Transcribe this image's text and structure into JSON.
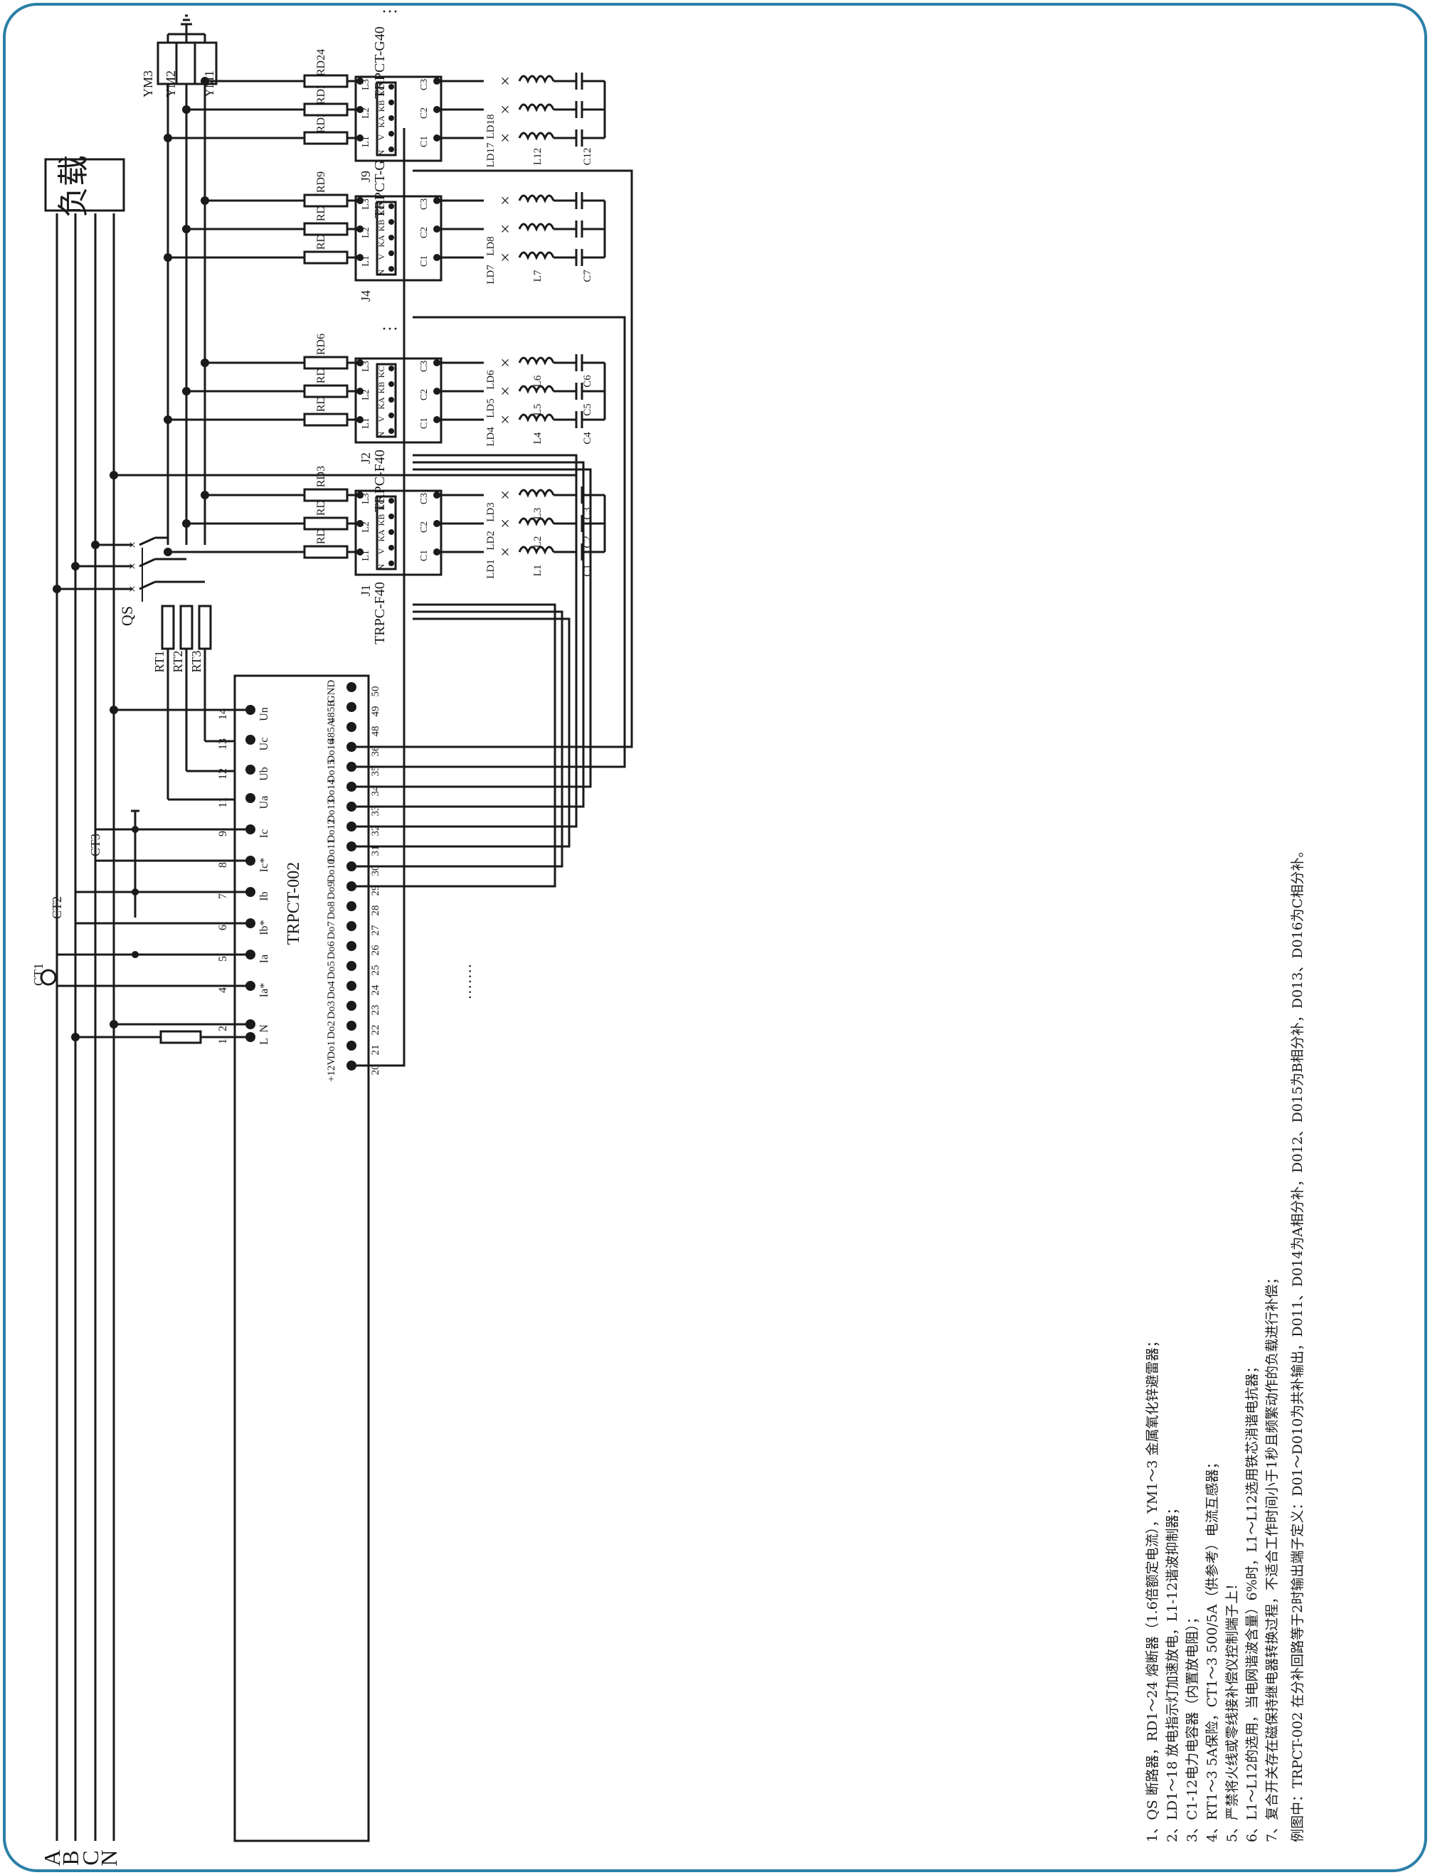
{
  "labels": {
    "load": "负载",
    "qs": "QS",
    "buses": [
      "A",
      "B",
      "C",
      "N"
    ],
    "ct": [
      "CT1",
      "CT2",
      "CT3"
    ],
    "rt": [
      "RT1",
      "RT2",
      "RT3"
    ],
    "ym": [
      "YM3",
      "YM2",
      "YM1"
    ],
    "controller": "TRPCT-002",
    "controller_top": [
      "+12V",
      "Do1",
      "Do2",
      "Do3",
      "Do4",
      "Do5",
      "Do6",
      "Do7",
      "Do8",
      "Do9",
      "Do10",
      "Do11",
      "Do12",
      "Do13",
      "Do14",
      "Do15",
      "Do16",
      "485A",
      "485B",
      "GND"
    ],
    "controller_top_nums": [
      "20",
      "21",
      "22",
      "23",
      "24",
      "25",
      "26",
      "27",
      "28",
      "29",
      "30",
      "31",
      "32",
      "33",
      "34",
      "35",
      "36",
      "48",
      "49",
      "50"
    ],
    "controller_bottom": [
      "L",
      "N",
      "Ia*",
      "Ia",
      "Ib*",
      "Ib",
      "Ic*",
      "Ic",
      "Ua",
      "Ub",
      "Uc",
      "Un"
    ],
    "controller_bottom_nums": [
      "1",
      "2",
      "4",
      "5",
      "6",
      "7",
      "8",
      "9",
      "11",
      "12",
      "13",
      "14"
    ],
    "module_pins_left": [
      "N",
      "V",
      "KA",
      "KB",
      "KC"
    ],
    "module_pins_right": [
      "L1",
      "L2",
      "L3"
    ],
    "module_out": [
      "C1",
      "C2",
      "C3"
    ],
    "modules": [
      {
        "name": "TRPC-F40",
        "j": "J1",
        "rd": [
          "RD1",
          "RD2",
          "RD3"
        ],
        "ld": [
          "LD1",
          "LD2",
          "LD3"
        ],
        "l": [
          "L1",
          "L2",
          "L3"
        ],
        "c": [
          "C1",
          "C2",
          "C3"
        ]
      },
      {
        "name": "TRPC-F40",
        "j": "J2",
        "rd": [
          "RD4",
          "RD5",
          "RD6"
        ],
        "ld": [
          "LD4",
          "LD5",
          "LD6"
        ],
        "l": [
          "L4",
          "L5",
          "L6"
        ],
        "c": [
          "C4",
          "C5",
          "C6"
        ]
      },
      {
        "name": "TRPCT-G40",
        "j": "J4",
        "rd": [
          "RD7",
          "RD8",
          "RD9"
        ],
        "ld": [
          "LD7",
          "LD8"
        ],
        "l": [
          "L7"
        ],
        "c": [
          "C7"
        ]
      },
      {
        "name": "TRPCT-G40",
        "j": "J9",
        "rd": [
          "RD22",
          "RD23",
          "RD24"
        ],
        "ld": [
          "LD17",
          "LD18"
        ],
        "l": [
          "L12"
        ],
        "c": [
          "C12"
        ]
      }
    ],
    "ellipsis": "···",
    "dots": "·······"
  },
  "notes": [
    "1、QS 断路器，RD1～24 熔断器（1.6倍额定电流），YM1～3 金属氧化锌避雷器；",
    "2、LD1～18 放电指示灯加速放电，L1-12谐波抑制器；",
    "3、C1-12电力电容器（内置放电阻）；",
    "4、RT1～3 5A保险，CT1～3 500/5A（供参考）电流互感器；",
    "5、严禁将火线或零线接补偿仪控制端子上！",
    "6、L1～L12的选用，当电网谐波含量）6%时，L1～L12选用铁芯消谐电抗器；",
    "7、复合开关存在磁保持继电器转换过程，不适合工作时间小于1秒且频繁动作的负载进行补偿；",
    "例图中：TRPCT-002  在分补回路等于2时输出端子定义：D01～D010为共补输出，D011、D014为A相分补，D012、D015为B相分补，D013、D016为C相分补。"
  ]
}
